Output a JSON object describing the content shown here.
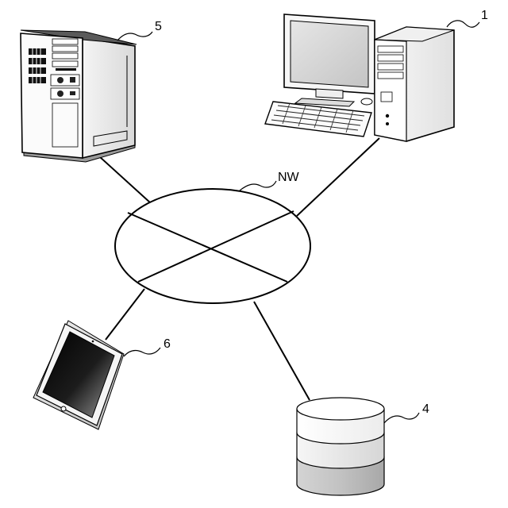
{
  "network": {
    "label": "NW"
  },
  "nodes": {
    "computer": {
      "label": "1",
      "icon": "desktop-computer-icon"
    },
    "database": {
      "label": "4",
      "icon": "database-cylinder-icon"
    },
    "server": {
      "label": "5",
      "icon": "tower-server-icon"
    },
    "tablet": {
      "label": "6",
      "icon": "tablet-device-icon"
    }
  }
}
